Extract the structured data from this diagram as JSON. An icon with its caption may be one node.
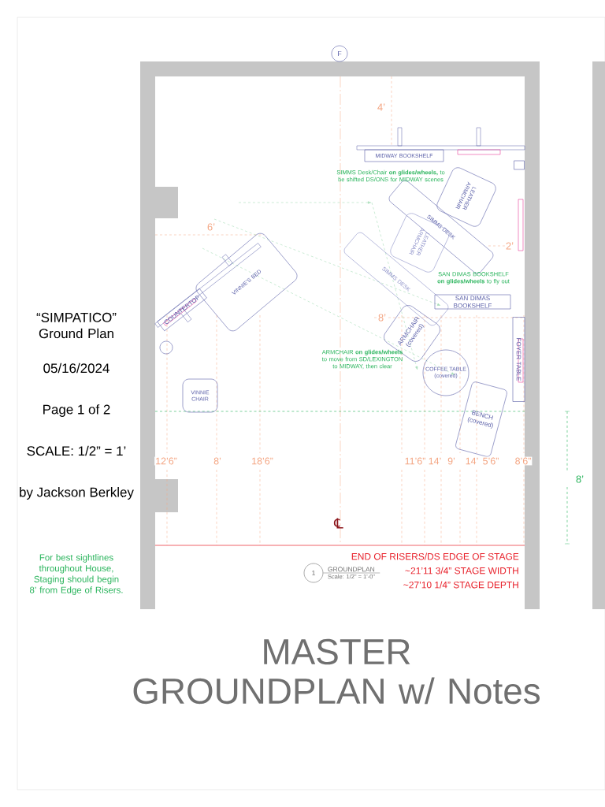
{
  "diagram": {
    "title": "MASTER GROUNDPLAN w/ Notes",
    "nodes": [
      {
        "text": [
          "MIDWAY BOOKSHELF"
        ]
      },
      {
        "text": [
          "LEATHER ARMCHAIR"
        ]
      },
      {
        "text": [
          "SIMMS DESK"
        ]
      },
      {
        "text": [
          "LEATHER ARMCHAIR"
        ]
      },
      {
        "text": [
          "SIMMS DESK"
        ]
      },
      {
        "text": [
          "SAN DIMAS BOOKSHELF"
        ]
      },
      {
        "text": [
          "COUNTERTOP"
        ]
      },
      {
        "text": [
          "VINNIE’S BED"
        ]
      },
      {
        "text": [
          "ARMCHAIR (covered)"
        ]
      },
      {
        "text": [
          "COFFEE TABLE",
          "(covered)"
        ]
      },
      {
        "text": [
          "FOYER TABLE"
        ]
      },
      {
        "text": [
          "VINNIE CHAIR"
        ]
      },
      {
        "text": [
          "BENCH (covered)"
        ]
      },
      {
        "text": [
          "F"
        ]
      },
      {
        "text": [
          "1"
        ],
        "beside": [
          "GROUNDPLAN",
          "Scale: 1/2\" = 1'-0\""
        ]
      },
      {
        "text": [],
        "shape": "box"
      },
      {
        "text": [],
        "shape": "circle"
      }
    ],
    "labels": [
      "“SIMPATICO” Ground Plan",
      "05/16/2024",
      "Page 1 of 2",
      "SCALE: 1/2” = 1’",
      "by Jackson Berkley",
      "For best sightlines throughout House, Staging should begin 8’ from Edge of Risers.",
      "4’",
      "SIMMS Desk/Chair **on glides/wheels,** to be shifted DS/ONS for MIDWAY scenes",
      "6’",
      "2’",
      "SAN DIMAS BOOKSHELF **on glides/wheels** to fly out",
      "8’",
      "ARMCHAIR **on glides/wheels** to move from SD/LEXINGTON to MIDWAY, then clear",
      "12’6”",
      "8’",
      "18’6”",
      "11’6”",
      "14’",
      "9’",
      "14’",
      "5’6”",
      "8’6”",
      "8’",
      "℄",
      "END OF RISERS/DS EDGE OF STAGE",
      "~21’11 3/4” STAGE WIDTH",
      "~27’10 1/4” STAGE DEPTH"
    ]
  }
}
